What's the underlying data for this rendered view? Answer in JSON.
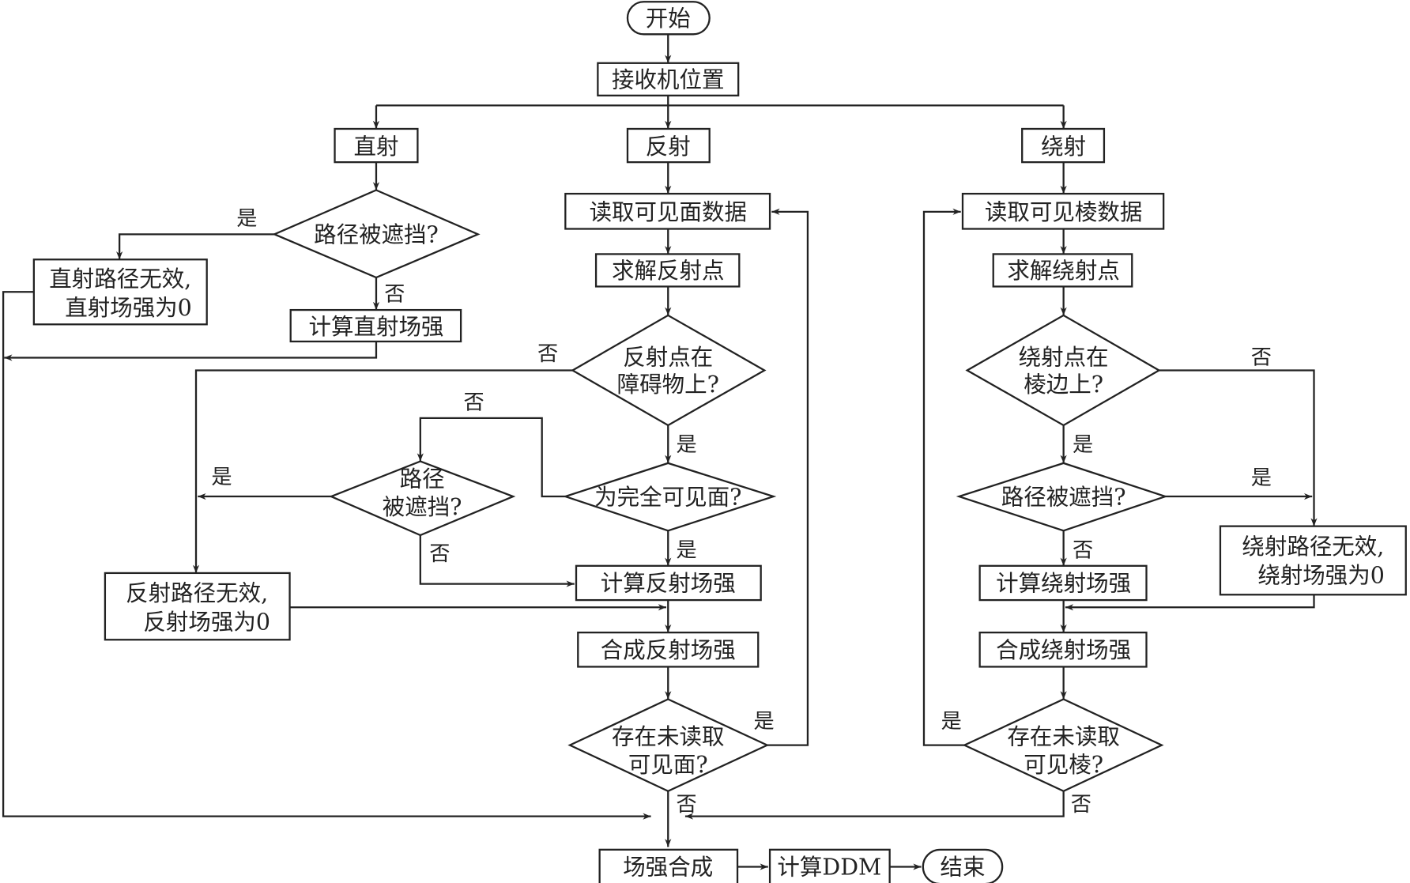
{
  "nodes": {
    "start": "开始",
    "receiver": "接收机位置",
    "direct": "直射",
    "reflect": "反射",
    "diffract": "绕射",
    "direct_blocked": "路径被遮挡?",
    "direct_invalid_1": "直射路径无效,",
    "direct_invalid_2": "直射场强为0",
    "calc_direct": "计算直射场强",
    "read_faces": "读取可见面数据",
    "solve_reflect": "求解反射点",
    "reflect_on_obstacle_1": "反射点在",
    "reflect_on_obstacle_2": "障碍物上?",
    "fully_visible": "为完全可见面?",
    "reflect_path_blocked_1": "路径",
    "reflect_path_blocked_2": "被遮挡?",
    "reflect_invalid_1": "反射路径无效,",
    "reflect_invalid_2": "反射场强为0",
    "calc_reflect": "计算反射场强",
    "combine_reflect": "合成反射场强",
    "unread_faces_1": "存在未读取",
    "unread_faces_2": "可见面?",
    "read_edges": "读取可见棱数据",
    "solve_diffract": "求解绕射点",
    "diffract_on_edge_1": "绕射点在",
    "diffract_on_edge_2": "棱边上?",
    "diffract_blocked": "路径被遮挡?",
    "diffract_invalid_1": "绕射路径无效,",
    "diffract_invalid_2": "绕射场强为0",
    "calc_diffract": "计算绕射场强",
    "combine_diffract": "合成绕射场强",
    "unread_edges_1": "存在未读取",
    "unread_edges_2": "可见棱?",
    "field_combine": "场强合成",
    "calc_ddm": "计算DDM",
    "end": "结束"
  },
  "labels": {
    "yes": "是",
    "no": "否"
  }
}
